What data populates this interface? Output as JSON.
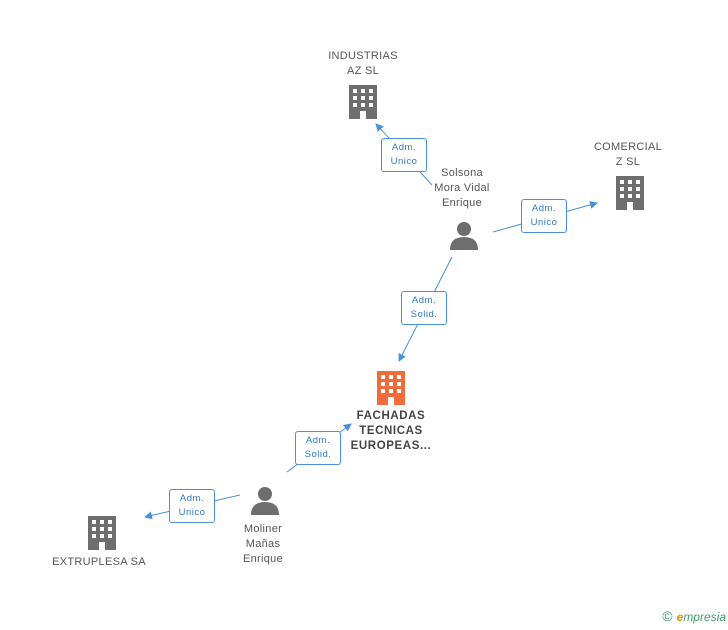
{
  "nodes": {
    "industrias": {
      "line1": "INDUSTRIAS",
      "line2": "AZ SL"
    },
    "comercial": {
      "line1": "COMERCIAL",
      "line2": "Z SL"
    },
    "solsona": {
      "line1": "Solsona",
      "line2": "Mora Vidal",
      "line3": "Enrique"
    },
    "fachadas": {
      "line1": "FACHADAS",
      "line2": "TECNICAS",
      "line3": "EUROPEAS..."
    },
    "moliner": {
      "line1": "Moliner",
      "line2": "Mañas",
      "line3": "Enrique"
    },
    "extruplesa": {
      "line1": "EXTRUPLESA SA"
    }
  },
  "relations": {
    "solsona_industrias": {
      "line1": "Adm.",
      "line2": "Unico"
    },
    "solsona_comercial": {
      "line1": "Adm.",
      "line2": "Unico"
    },
    "solsona_fachadas": {
      "line1": "Adm.",
      "line2": "Solid."
    },
    "moliner_fachadas": {
      "line1": "Adm.",
      "line2": "Solid."
    },
    "moliner_extruplesa": {
      "line1": "Adm.",
      "line2": "Unico"
    }
  },
  "footer": {
    "copyright": "©",
    "brand_e": "e",
    "brand_rest": "mpresia"
  },
  "colors": {
    "edge": "#4a90d9",
    "company": "#6e6e6e",
    "main_company": "#f26b3a",
    "person": "#6e6e6e"
  }
}
